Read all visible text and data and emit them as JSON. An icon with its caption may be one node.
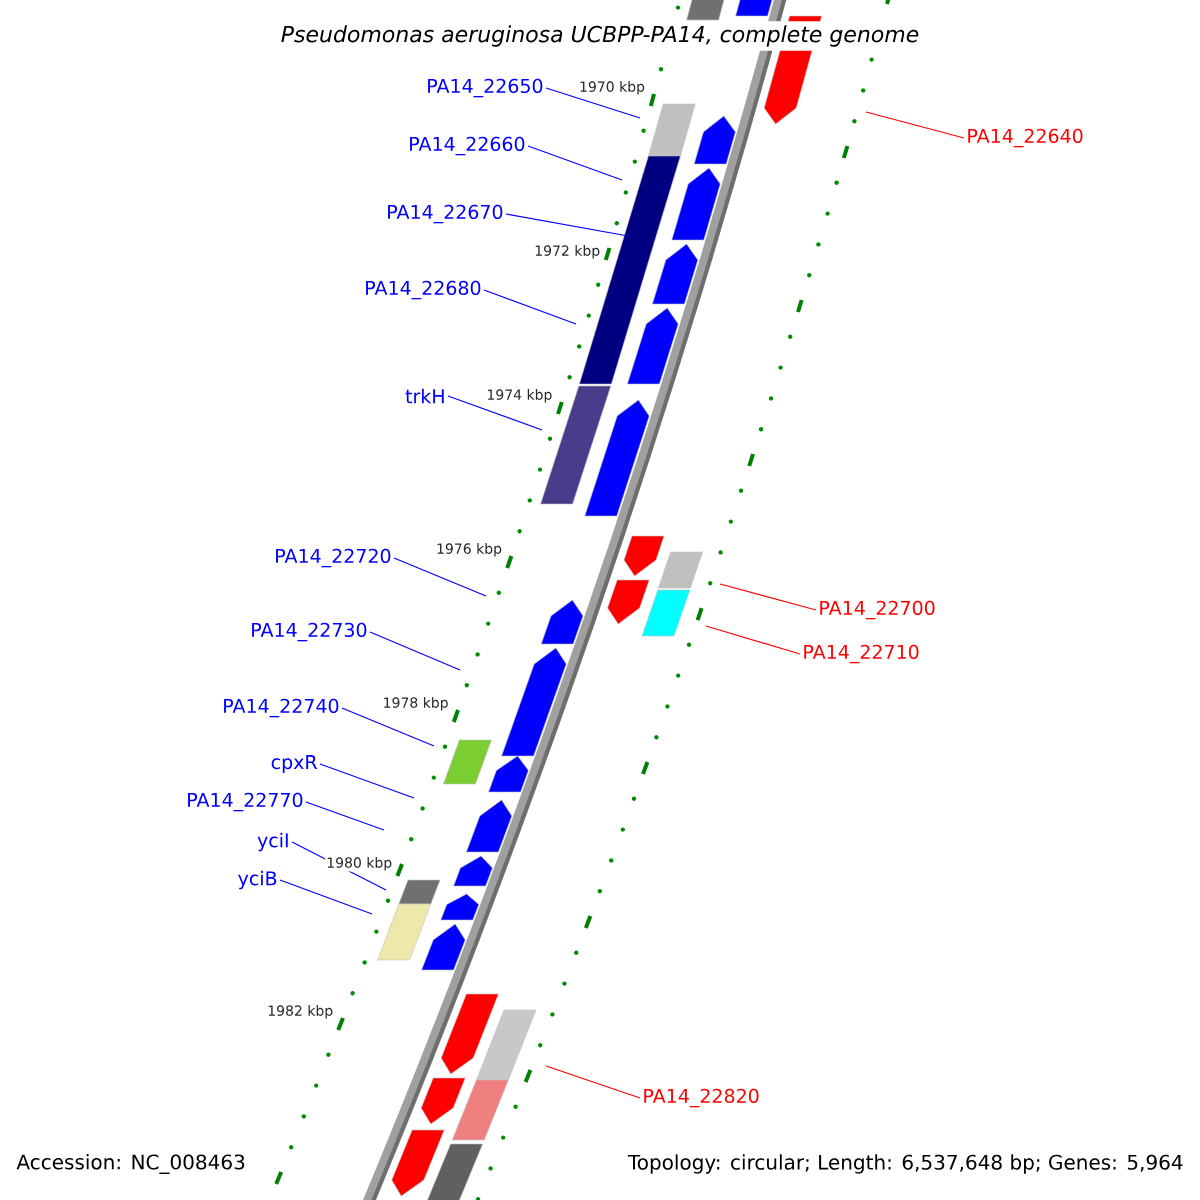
{
  "diagram": {
    "title": "Pseudomonas aeruginosa UCBPP-PA14, complete genome",
    "nodes": [
      {
        "text": [
          "PA14_22650"
        ]
      },
      {
        "text": [
          "PA14_22640"
        ]
      },
      {
        "text": [
          "PA14_22660"
        ]
      },
      {
        "text": [
          "PA14_22670"
        ]
      },
      {
        "text": [
          "PA14_22680"
        ]
      },
      {
        "text": [
          "trkH"
        ]
      },
      {
        "text": [
          "PA14_22720"
        ]
      },
      {
        "text": [
          "PA14_22700"
        ]
      },
      {
        "text": [
          "PA14_22710"
        ]
      },
      {
        "text": [
          "PA14_22730"
        ]
      },
      {
        "text": [
          "PA14_22740"
        ]
      },
      {
        "text": [
          "cpxR"
        ]
      },
      {
        "text": [
          "PA14_22770"
        ]
      },
      {
        "text": [
          "yciI"
        ]
      },
      {
        "text": [
          "yciB"
        ]
      },
      {
        "text": [
          "PA14_22820"
        ]
      }
    ],
    "edges": [
      {
        "from": 0,
        "to": null,
        "arrow": "none"
      },
      {
        "from": 1,
        "to": null,
        "arrow": "none",
        "color": "#ff0000"
      },
      {
        "from": 2,
        "to": null,
        "arrow": "none"
      },
      {
        "from": 3,
        "to": null,
        "arrow": "none"
      },
      {
        "from": 4,
        "to": null,
        "arrow": "none"
      },
      {
        "from": 5,
        "to": null,
        "arrow": "none"
      },
      {
        "from": 6,
        "to": null,
        "arrow": "none"
      },
      {
        "from": 7,
        "to": null,
        "arrow": "none",
        "color": "#ff0000"
      },
      {
        "from": 8,
        "to": null,
        "arrow": "none",
        "color": "#ff0000"
      },
      {
        "from": 9,
        "to": null,
        "arrow": "none"
      },
      {
        "from": 10,
        "to": null,
        "arrow": "none"
      },
      {
        "from": 11,
        "to": null,
        "arrow": "none"
      },
      {
        "from": 12,
        "to": null,
        "arrow": "none"
      },
      {
        "from": 13,
        "to": null,
        "arrow": "none"
      },
      {
        "from": 14,
        "to": null,
        "arrow": "none"
      },
      {
        "from": 15,
        "to": null,
        "arrow": "none",
        "color": "#ff0000"
      }
    ],
    "labels": [
      "1970 kbp",
      "1972 kbp",
      "1974 kbp",
      "1976 kbp",
      "1978 kbp",
      "1980 kbp",
      "1982 kbp",
      "Accession: NC_008463",
      "Topology: circular; Length: 6,537,648 bp; Genes: 5,964"
    ]
  }
}
